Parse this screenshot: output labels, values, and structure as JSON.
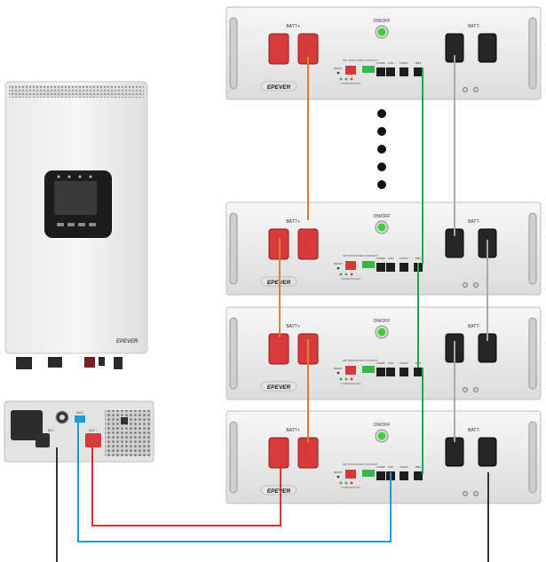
{
  "modules": [
    {
      "id": "m1",
      "batt_pos": "BATT+",
      "batt_neg": "BATT-",
      "on_off": "ON/OFF",
      "brand": "EPEVER",
      "dip_label": "DIP SWITCH",
      "dry_label": "DRY CONTACT",
      "reset_label": "RESET",
      "ports": [
        "RS485",
        "CAN",
        "RS232",
        "BMS"
      ],
      "status_text": "POWER RUN ALM"
    },
    {
      "id": "m2",
      "batt_pos": "BATT+",
      "batt_neg": "BATT-",
      "on_off": "ON/OFF",
      "brand": "EPEVER",
      "dip_label": "DIP SWITCH",
      "dry_label": "DRY CONTACT",
      "reset_label": "RESET",
      "ports": [
        "RS485",
        "CAN",
        "RS232",
        "BMS"
      ],
      "status_text": "POWER RUN ALM"
    },
    {
      "id": "m3",
      "batt_pos": "BATT+",
      "batt_neg": "BATT-",
      "on_off": "ON/OFF",
      "brand": "EPEVER",
      "dip_label": "DIP SWITCH",
      "dry_label": "DRY CONTACT",
      "reset_label": "RESET",
      "ports": [
        "RS485",
        "CAN",
        "RS232",
        "BMS"
      ],
      "status_text": "POWER RUN ALM"
    },
    {
      "id": "m4",
      "batt_pos": "BATT+",
      "batt_neg": "BATT-",
      "on_off": "ON/OFF",
      "brand": "EPEVER",
      "dip_label": "DIP SWITCH",
      "dry_label": "DRY CONTACT",
      "reset_label": "RESET",
      "ports": [
        "RS485",
        "CAN",
        "RS232",
        "BMS"
      ],
      "status_text": "POWER RUN ALM"
    }
  ],
  "inverter": {
    "brand": "EPEVER"
  },
  "inverter_bottom": {
    "port_labels": [
      "BAT -",
      "BMS",
      "BAT +"
    ]
  },
  "colors": {
    "positive_link": "#e0802c",
    "comm_link": "#2aa055",
    "negative_link": "#a9a9a9",
    "positive_main": "#d83030",
    "comm_main": "#1e9ad6",
    "terminal_red": "#d73a3a",
    "terminal_black": "#262626",
    "panel": "#f1f1f1",
    "led_green": "#3dd13d"
  }
}
